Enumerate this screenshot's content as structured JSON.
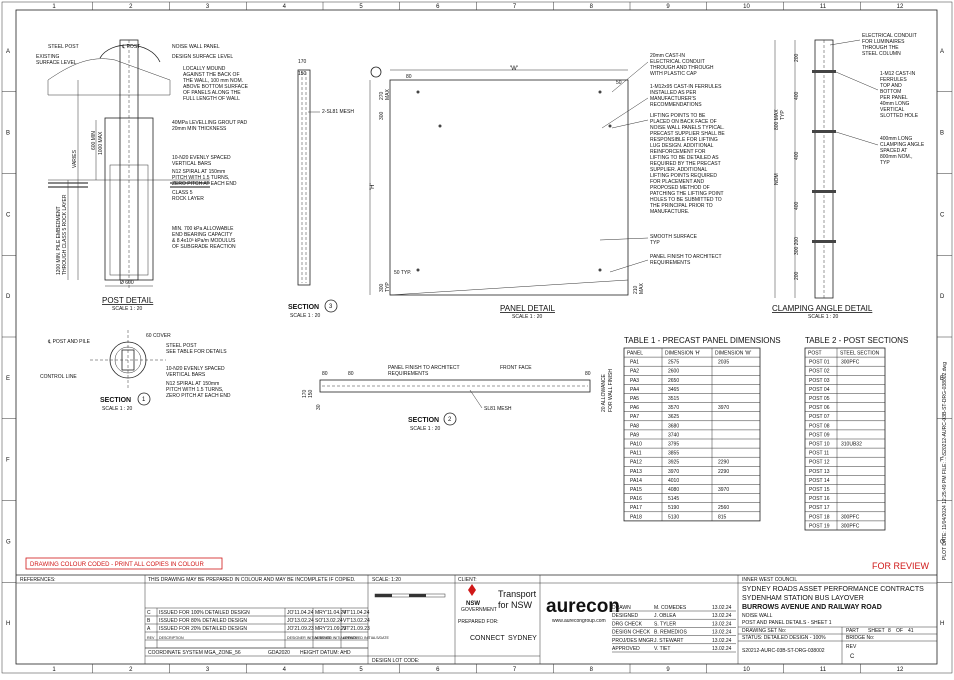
{
  "grid": {
    "columns": [
      "1",
      "2",
      "3",
      "4",
      "5",
      "6",
      "7",
      "8",
      "9",
      "10",
      "11",
      "12"
    ],
    "rows": [
      "A",
      "B",
      "C",
      "D",
      "E",
      "F",
      "G",
      "H"
    ]
  },
  "post_detail": {
    "title": "POST DETAIL",
    "scale": "SCALE 1 : 20",
    "labels": {
      "steel_post": "STEEL POST",
      "cl_post": "℄ POST",
      "noise_wall_panel": "NOISE WALL PANEL",
      "existing_surface": "EXISTING",
      "existing_surface2": "SURFACE LEVEL",
      "design_surface": "DESIGN SURFACE LEVEL",
      "mound1": "LOCALLY MOUND",
      "mound2": "AGAINST THE BACK OF",
      "mound3": "THE WALL, 100 mm NOM.",
      "mound4": "ABOVE BOTTOM SURFACE",
      "mound5": "OF PANELS ALONG THE",
      "mound6": "FULL LENGTH OF WALL",
      "grout1": "40MPa LEVELLING GROUT PAD",
      "grout2": "20mm MIN THICKNESS",
      "bars1": "10-N20 EVENLY SPACED",
      "bars2": "VERTICAL BARS",
      "spiral1": "N12 SPIRAL AT 150mm",
      "spiral2": "PITCH WITH 1.5 TURNS,",
      "spiral3": "ZERO PITCH AT EACH END",
      "rock1": "CLASS 5",
      "rock2": "ROCK LAYER",
      "bearing1": "MIN. 700 kPa ALLOWABLE",
      "bearing2": "END BEARING CAPACITY",
      "bearing3": "& 8.4x10³ kPa/m MODULUS",
      "bearing4": "OF SUBGRADE REACTION",
      "dim_600min": "600 MIN",
      "dim_1000max": "1000 MAX",
      "varies": "VARIES",
      "embed1": "1200 MIN. PILE EMBEDMENT",
      "embed2": "THROUGH CLASS 5 ROCK LAYER",
      "dia": "Ø 600"
    }
  },
  "section1": {
    "title": "SECTION",
    "number": "1",
    "scale": "SCALE 1 : 20",
    "labels": {
      "cl_post_pile": "℄ POST AND PILE",
      "cover": "60 COVER",
      "steel_post1": "STEEL POST",
      "steel_post2": "SEE TABLE FOR DETAILS",
      "control_line": "CONTROL LINE",
      "bars1": "10-N20 EVENLY SPACED",
      "bars2": "VERTICAL BARS",
      "spiral1": "N12 SPIRAL AT 150mm",
      "spiral2": "PITCH WITH 1.5 TURNS,",
      "spiral3": "ZERO PITCH AT EACH END"
    }
  },
  "section3": {
    "title": "SECTION",
    "number": "3",
    "scale": "SCALE 1 : 20",
    "labels": {
      "d170": "170",
      "d150": "150",
      "mesh": "2-SL81 MESH"
    }
  },
  "section2": {
    "title": "SECTION",
    "number": "2",
    "scale": "SCALE 1 : 20",
    "labels": {
      "finish1": "PANEL FINISH TO ARCHITECT",
      "finish2": "REQUIREMENTS",
      "front_face": "FRONT FACE",
      "mesh": "SL81 MESH",
      "d80a": "80",
      "d80b": "80",
      "d80c": "80",
      "d170": "170",
      "d150": "150",
      "d30": "30",
      "allow1": "20 ALLOWANCE",
      "allow2": "FOR WALL FINISH"
    }
  },
  "panel_detail": {
    "title": "PANEL DETAIL",
    "scale": "SCALE 1 : 20",
    "labels": {
      "w": "'W'",
      "h": "'H'",
      "d80": "80",
      "d50": "50",
      "d300": "300",
      "d270": "270",
      "max": "MAX",
      "d50typ": "50 TYP.",
      "d300b": "300",
      "typ": "TYP",
      "d210": "210",
      "max2": "MAX",
      "conduit1": "20mm CAST-IN",
      "conduit2": "ELECTRICAL CONDUIT",
      "conduit3": "THROUGH AND THROUGH",
      "conduit4": "WITH PLASTIC CAP",
      "ferr1": "1-M12x95 CAST-IN FERRULES",
      "ferr2": "INSTALLED AS PER",
      "ferr3": "MANUFACTURER'S",
      "ferr4": "RECOMMENDATIONS",
      "lift1": "LIFTING POINTS TO BE",
      "lift2": "PLACED ON BACK FACE OF",
      "lift3": "NOISE WALL PANELS TYPICAL.",
      "lift4": "PRECAST SUPPLIER SHALL BE",
      "lift5": "RESPONSIBLE FOR LIFTING",
      "lift6": "LUG DESIGN. ADDITIONAL",
      "lift7": "REINFORCEMENT FOR",
      "lift8": "LIFTING TO BE DETAILED AS",
      "lift9": "REQUIRED BY THE PRECAST",
      "lift10": "SUPPLIER. ADDITIONAL",
      "lift11": "LIFTING POINTS REQUIRED",
      "lift12": "FOR PLACEMENT AND",
      "lift13": "PROPOSED METHOD OF",
      "lift14": "PATCHING THE LIFTING POINT",
      "lift15": "HOLES TO BE SUBMITTED TO",
      "lift16": "THE PRINCIPAL PRIOR TO",
      "lift17": "MANUFACTURE.",
      "smooth1": "SMOOTH SURFACE",
      "smooth2": "TYP",
      "finish1": "PANEL FINISH TO ARCHITECT",
      "finish2": "REQUIREMENTS"
    }
  },
  "clamping": {
    "title": "CLAMPING ANGLE DETAIL",
    "scale": "SCALE 1 : 20",
    "labels": {
      "ec1": "ELECTRICAL CONDUIT",
      "ec2": "FOR LUMINAIRES",
      "ec3": "THROUGH THE",
      "ec4": "STEEL COLUMN",
      "m1": "1-M12 CAST-IN",
      "m2": "FERRULES",
      "m3": "TOP AND",
      "m4": "BOTTOM",
      "m5": "PER PANEL",
      "m6": "40mm LONG",
      "m7": "VERTICAL",
      "m8": "SLOTTED HOLE",
      "c1": "400mm LONG",
      "c2": "CLAMPING ANGLE",
      "c3": "SPACED AT",
      "c4": "800mm NOM.,",
      "c5": "TYP",
      "d200a": "200",
      "d400a": "400",
      "d800": "800 MAX",
      "typ": "TYP",
      "d400b": "400",
      "nom": "NOM",
      "d400c": "400",
      "d200b": "200",
      "d300": "300 200"
    }
  },
  "table1": {
    "title": "TABLE 1 - PRECAST PANEL DIMENSIONS",
    "headers": [
      "PANEL",
      "DIMENSION 'H'",
      "DIMENSION 'W'"
    ],
    "rows": [
      [
        "PA1",
        "2575",
        "2035"
      ],
      [
        "PA2",
        "2600",
        ""
      ],
      [
        "PA3",
        "2650",
        ""
      ],
      [
        "PA4",
        "3465",
        ""
      ],
      [
        "PA5",
        "3515",
        ""
      ],
      [
        "PA6",
        "3570",
        "3970"
      ],
      [
        "PA7",
        "3625",
        ""
      ],
      [
        "PA8",
        "3680",
        ""
      ],
      [
        "PA9",
        "3740",
        ""
      ],
      [
        "PA10",
        "3795",
        ""
      ],
      [
        "PA11",
        "3855",
        ""
      ],
      [
        "PA12",
        "3925",
        "2290"
      ],
      [
        "PA13",
        "3970",
        "2290"
      ],
      [
        "PA14",
        "4010",
        ""
      ],
      [
        "PA15",
        "4080",
        "3970"
      ],
      [
        "PA16",
        "5145",
        ""
      ],
      [
        "PA17",
        "5190",
        "2560"
      ],
      [
        "PA18",
        "5130",
        "815"
      ]
    ]
  },
  "table2": {
    "title": "TABLE 2 - POST SECTIONS",
    "headers": [
      "POST",
      "STEEL SECTION"
    ],
    "rows": [
      [
        "POST 01",
        "300PFC"
      ],
      [
        "POST 02",
        ""
      ],
      [
        "POST 03",
        ""
      ],
      [
        "POST 04",
        ""
      ],
      [
        "POST 05",
        ""
      ],
      [
        "POST 06",
        ""
      ],
      [
        "POST 07",
        ""
      ],
      [
        "POST 08",
        ""
      ],
      [
        "POST 09",
        ""
      ],
      [
        "POST 10",
        "310UB32"
      ],
      [
        "POST 11",
        ""
      ],
      [
        "POST 12",
        ""
      ],
      [
        "POST 13",
        ""
      ],
      [
        "POST 14",
        ""
      ],
      [
        "POST 15",
        ""
      ],
      [
        "POST 16",
        ""
      ],
      [
        "POST 17",
        ""
      ],
      [
        "POST 18",
        "300PFC"
      ],
      [
        "POST 19",
        "300PFC"
      ]
    ]
  },
  "notes": {
    "colour_coded": "DRAWING COLOUR CODED - PRINT ALL COPIES IN COLOUR",
    "for_review": "FOR REVIEW"
  },
  "title_block": {
    "references": "REFERENCES:",
    "colour_note": "THIS DRAWING MAY BE PREPARED IN COLOUR AND MAY BE INCOMPLETE IF COPIED.",
    "scale": "SCALE: 1:20",
    "client": "CLIENT:",
    "prepared_for": "PREPARED FOR:",
    "nsw": "NSW",
    "gov": "GOVERNMENT",
    "tfnsw1": "Transport",
    "tfnsw2": "for NSW",
    "aurecon": "aurecon",
    "aurecon_web": "www.aurecongroup.com",
    "connect": "CONNECT",
    "sydney": "SYDNEY",
    "revisions": [
      [
        "C",
        "ISSUED FOR 100% DETAILED DESIGN",
        "JO'11.04.24",
        "MRY'11.04.24",
        "VT'11.04.24"
      ],
      [
        "B",
        "ISSUED FOR 80% DETAILED DESIGN",
        "JO'13.02.24",
        "SO'13.02.24",
        "VT'13.02.24"
      ],
      [
        "A",
        "ISSUED FOR 20% DETAILED DESIGN",
        "JO'21.09.23",
        "MRY'21.09.23",
        "VT'21.09.23"
      ]
    ],
    "rev_headers": [
      "REV",
      "DESCRIPTION",
      "DESIGNER INITIALS/DATE",
      "VERIFIED INITIALS/DATE",
      "APPROVED INITIALS/DATE"
    ],
    "coord": "COORDINATE SYSTEM MGA_ZONE_56",
    "gda": "GDA2020",
    "height": "HEIGHT DATUM: AHD",
    "design_lot": "DESIGN LOT CODE:",
    "staff": [
      [
        "DRAWN",
        "M. COMEDES",
        "13.02.24"
      ],
      [
        "DESIGNED",
        "J. OBLEA",
        "13.02.24"
      ],
      [
        "DRG CHECK",
        "S. TYLER",
        "13.02.24"
      ],
      [
        "DESIGN CHECK",
        "B. REMEDIOS",
        "13.02.24"
      ],
      [
        "PROJ/DES MNGR",
        "J. STEWART",
        "13.02.24"
      ],
      [
        "APPROVED",
        "V. TIET",
        "13.02.24"
      ]
    ],
    "council": "INNER WEST COUNCIL",
    "project1": "SYDNEY ROADS ASSET PERFORMANCE CONTRACTS",
    "project2": "SYDENHAM STATION BUS LAYOVER",
    "project3": "BURROWS AVENUE AND RAILWAY ROAD",
    "sub1": "NOISE WALL",
    "sub2": "POST AND PANEL DETAILS - SHEET 1",
    "drawing_set": "DRAWING SET No:",
    "status": "STATUS: DETAILED DESIGN - 100%",
    "dwg_no": "S20212-AURC-03B-ST-DRG-038002",
    "part": "PART",
    "sheet": "SHEET",
    "sheet_no": "8",
    "of": "OF",
    "sheets": "41",
    "bridge": "BRIDGE No:",
    "rev": "REV",
    "rev_val": "C",
    "side_text": "PLOT DATE: 11/04/2024 12:25:49 PM   FILE: ...\\S20212-AURC-03B-ST-DRG-038002.dwg"
  }
}
